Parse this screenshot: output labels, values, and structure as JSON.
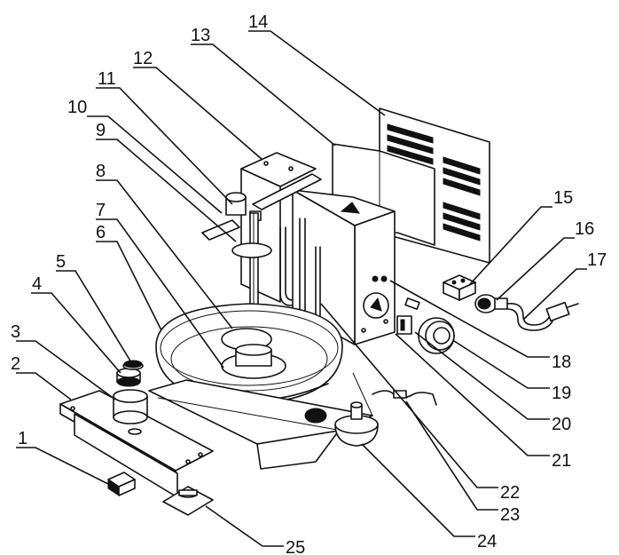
{
  "callouts": [
    {
      "id": "1",
      "text": "1"
    },
    {
      "id": "2",
      "text": "2"
    },
    {
      "id": "3",
      "text": "3"
    },
    {
      "id": "4",
      "text": "4"
    },
    {
      "id": "5",
      "text": "5"
    },
    {
      "id": "6",
      "text": "6"
    },
    {
      "id": "7",
      "text": "7"
    },
    {
      "id": "8",
      "text": "8"
    },
    {
      "id": "9",
      "text": "9"
    },
    {
      "id": "10",
      "text": "10"
    },
    {
      "id": "11",
      "text": "11"
    },
    {
      "id": "12",
      "text": "12"
    },
    {
      "id": "13",
      "text": "13"
    },
    {
      "id": "14",
      "text": "14"
    },
    {
      "id": "15",
      "text": "15"
    },
    {
      "id": "16",
      "text": "16"
    },
    {
      "id": "17",
      "text": "17"
    },
    {
      "id": "18",
      "text": "18"
    },
    {
      "id": "19",
      "text": "19"
    },
    {
      "id": "20",
      "text": "20"
    },
    {
      "id": "21",
      "text": "21"
    },
    {
      "id": "22",
      "text": "22"
    },
    {
      "id": "23",
      "text": "23"
    },
    {
      "id": "24",
      "text": "24"
    },
    {
      "id": "25",
      "text": "25"
    }
  ]
}
